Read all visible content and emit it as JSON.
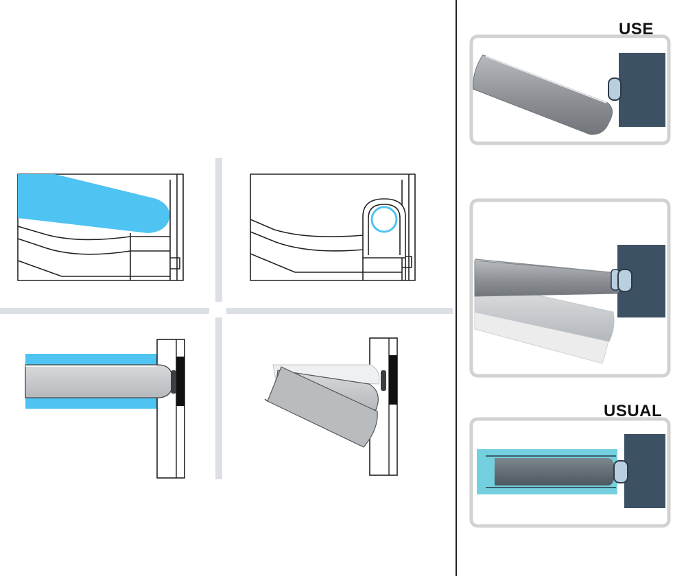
{
  "labels": {
    "use": "USE",
    "usual": "USUAL"
  },
  "colors": {
    "highlight_blue": "#4fc3f1",
    "outline": "#222222",
    "divider": "#dcdfe6",
    "door_panel": "#3d5165",
    "frame": "#d2d2d2",
    "plate_gray": "#8d9196",
    "plate_light": "#c9ccd0",
    "usual_plate": "#5f6a72",
    "usual_highlight": "#74d0de",
    "rubber_stop": "#b8cfe0"
  },
  "icons": [
    "glass-clamp",
    "glass-plate",
    "door-panel",
    "rubber-stop"
  ]
}
